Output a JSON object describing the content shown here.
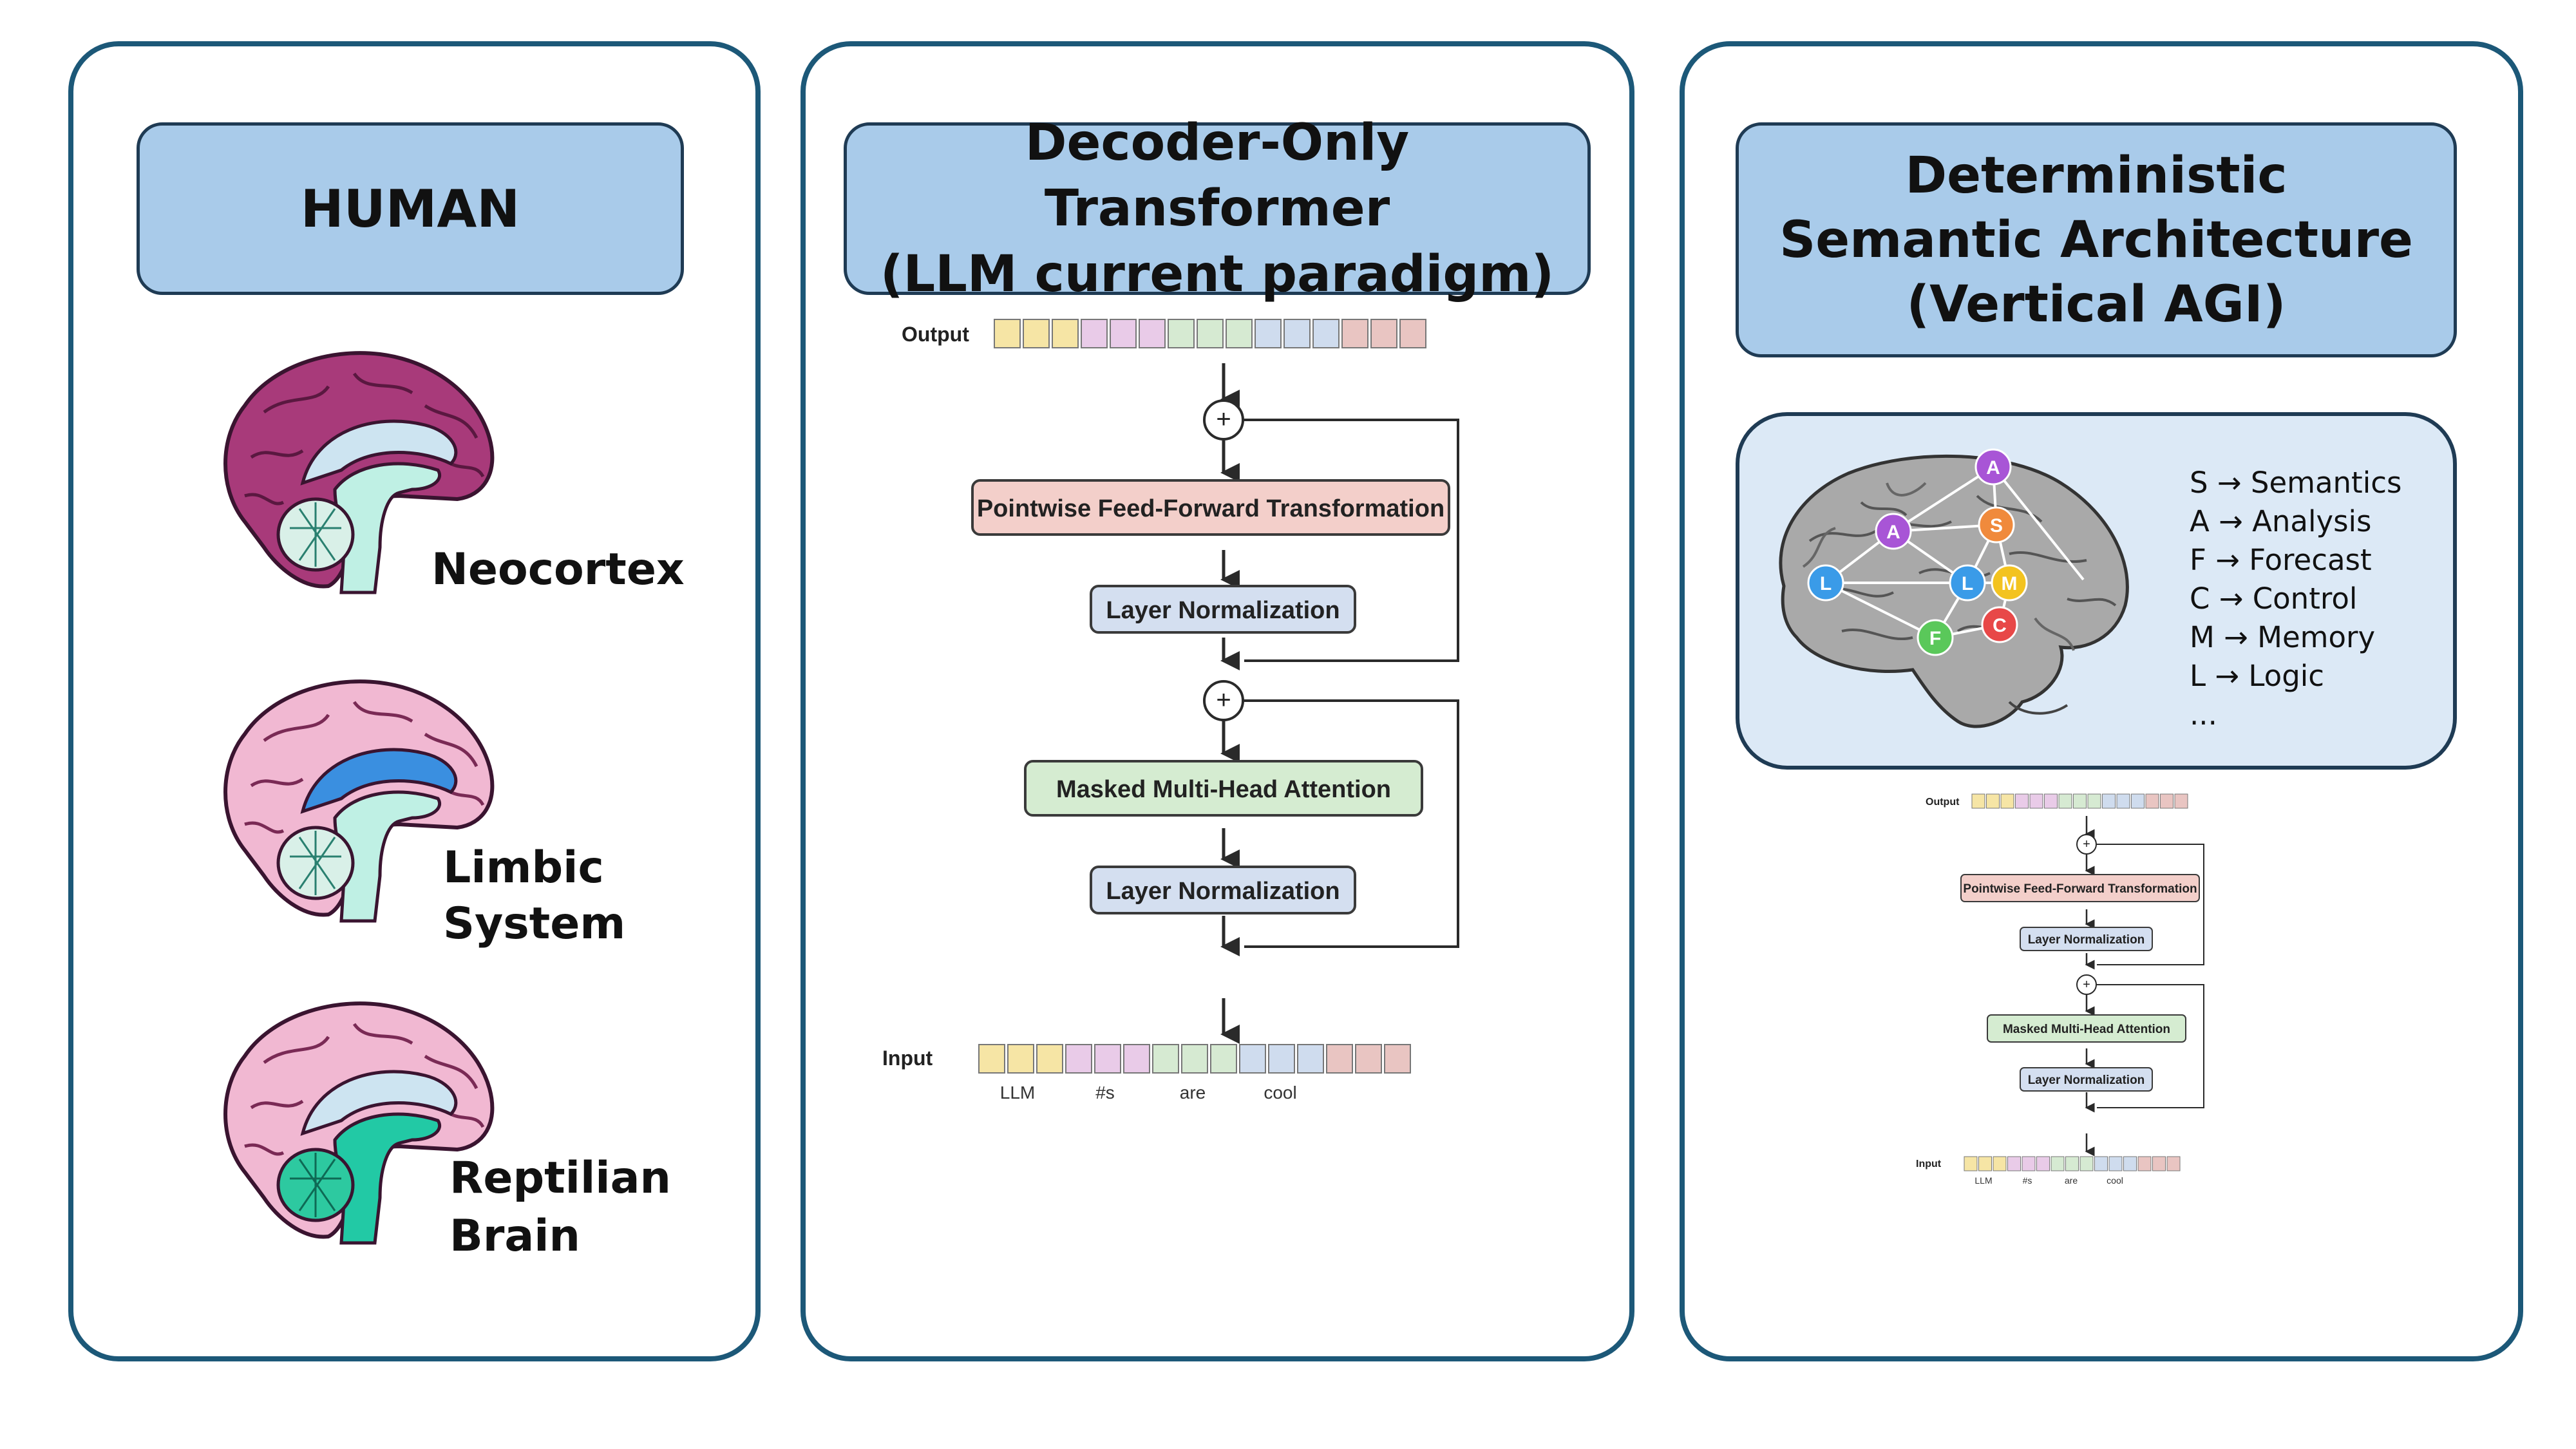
{
  "human": {
    "title": "HUMAN",
    "neocortex": "Neocortex",
    "limbic_line1": "Limbic",
    "limbic_line2": "System",
    "reptilian_line1": "Reptilian",
    "reptilian_line2": "Brain"
  },
  "transformer": {
    "title_line1": "Decoder-Only Transformer",
    "title_line2": "(LLM current paradigm)",
    "output_label": "Output",
    "input_label": "Input",
    "ffn_label": "Pointwise Feed-Forward Transformation",
    "norm_label": "Layer Normalization",
    "attn_label": "Masked Multi-Head Attention",
    "plus": "+",
    "tokens": [
      "LLM",
      "#s",
      "are",
      "cool"
    ]
  },
  "dsa": {
    "title_line1": "Deterministic",
    "title_line2": "Semantic Architecture",
    "title_line3": "(Vertical AGI)",
    "legend": [
      "S → Semantics",
      "A → Analysis",
      "F → Forecast",
      "C → Control",
      "M → Memory",
      "L → Logic",
      "..."
    ],
    "nodes": [
      "A",
      "A",
      "S",
      "L",
      "L",
      "M",
      "F",
      "C"
    ]
  },
  "colors": {
    "panel_border": "#1c5878",
    "title_fill": "#a9cbea",
    "token_yellow": "#f6e5a5",
    "token_purple": "#e9cbe8",
    "token_green": "#d6ead2",
    "token_blue": "#cfdcee",
    "token_red": "#e9c5c2",
    "ffn_fill": "#f3cfca",
    "norm_fill": "#d4dff0",
    "attn_fill": "#d5ecd1"
  }
}
